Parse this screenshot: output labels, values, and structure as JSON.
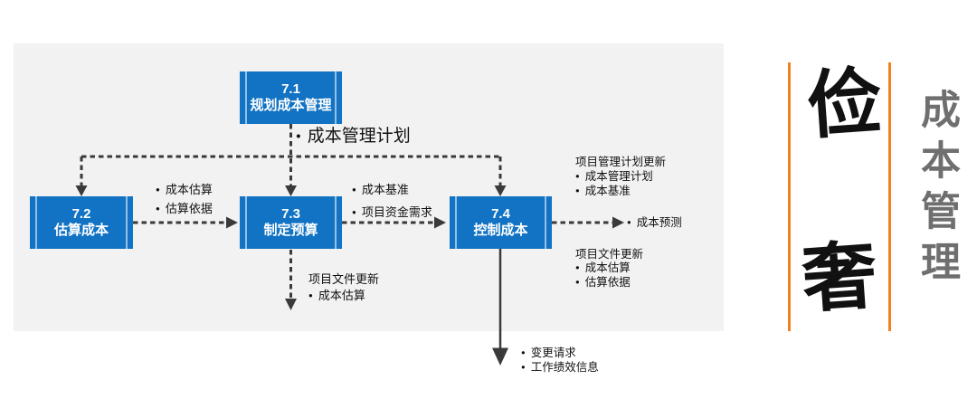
{
  "flow": {
    "boxes": [
      {
        "num": "7.1",
        "name": "规划成本管理"
      },
      {
        "num": "7.2",
        "name": "估算成本"
      },
      {
        "num": "7.3",
        "name": "制定预算"
      },
      {
        "num": "7.4",
        "name": "控制成本"
      }
    ],
    "labels": {
      "plan_cost_mgmt_output": "成本管理计划",
      "estimate_out_1": "成本估算",
      "estimate_out_2": "估算依据",
      "budget_out_1": "成本基准",
      "budget_out_2": "项目资金需求",
      "budget_doc_update_heading": "项目文件更新",
      "budget_doc_update_1": "成本估算",
      "control_plan_update_heading": "项目管理计划更新",
      "control_plan_update_1": "成本管理计划",
      "control_plan_update_2": "成本基准",
      "cost_forecast": "成本预测",
      "control_doc_update_heading": "项目文件更新",
      "control_doc_update_1": "成本估算",
      "control_doc_update_2": "估算依据",
      "control_out_1": "变更请求",
      "control_out_2": "工作绩效信息"
    }
  },
  "sidebar": {
    "big_char_top": "俭",
    "big_char_bottom": "奢",
    "vertical_title": "成本管理"
  },
  "colors": {
    "box_blue": "#1273c4",
    "panel_gray": "#f2f2f2",
    "accent_orange": "#f38020",
    "line_dark": "#3a3a3a",
    "title_gray": "#6f6f6f"
  }
}
